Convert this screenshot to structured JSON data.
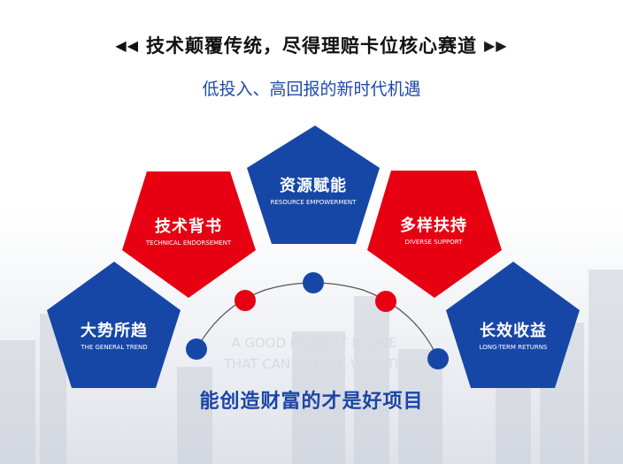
{
  "header": {
    "title": "技术颠覆传统，尽得理赔卡位核心赛道",
    "left_arrow": "◀◀",
    "right_arrow": "▶▶",
    "subtitle": "低投入、高回报的新时代机遇"
  },
  "pillars": [
    {
      "cn": "大势所趋",
      "en": "THE GENERAL TREND",
      "color": "#1747a6"
    },
    {
      "cn": "技术背书",
      "en": "TECHNICAL ENDORSEMENT",
      "color": "#e60012"
    },
    {
      "cn": "资源赋能",
      "en": "RESOURCE EMPOWERMENT",
      "color": "#1747a6"
    },
    {
      "cn": "多样扶持",
      "en": "DIVERSE SUPPORT",
      "color": "#e60012"
    },
    {
      "cn": "长效收益",
      "en": "LONG-TERM RETURNS",
      "color": "#1747a6"
    }
  ],
  "ghost": {
    "line1": "A GOOD PROJECT IS ONE",
    "line2": "THAT CAN CREATE WEALTH"
  },
  "slogan": "能创造财富的才是好项目"
}
